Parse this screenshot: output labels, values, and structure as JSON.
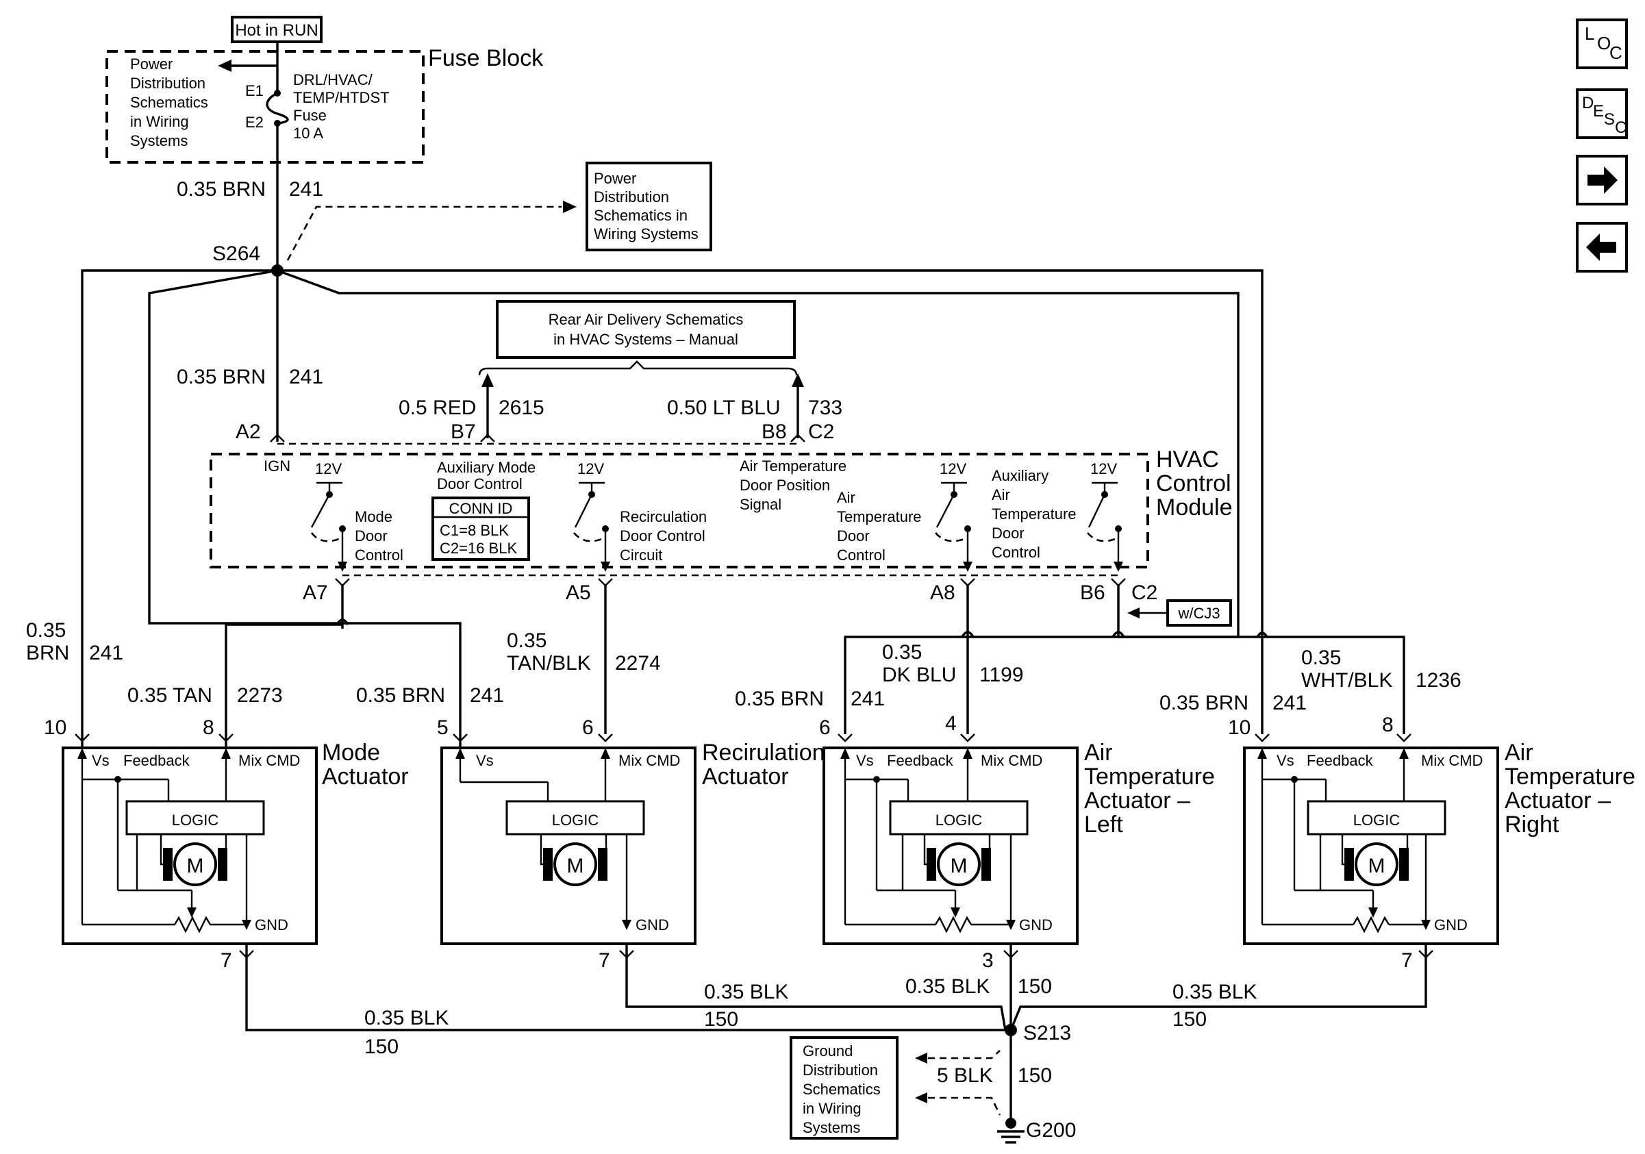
{
  "header": {
    "hot_in_run": "Hot in RUN",
    "fuse_block": "Fuse Block",
    "power_dist_fuse": [
      "Power",
      "Distribution",
      "Schematics",
      "in Wiring",
      "Systems"
    ],
    "fuse_terminal_e1": "E1",
    "fuse_terminal_e2": "E2",
    "fuse_name": [
      "DRL/HVAC/",
      "TEMP/HTDST",
      "Fuse",
      "10 A"
    ]
  },
  "nav": {
    "loc": {
      "l": "L",
      "o": "O",
      "c": "C"
    },
    "desc": {
      "d": "D",
      "e": "E",
      "s": "S",
      "c": "C"
    }
  },
  "splices": {
    "s264": "S264",
    "s213": "S213",
    "g200": "G200"
  },
  "power_dist_ref": [
    "Power",
    "Distribution",
    "Schematics in",
    "Wiring Systems"
  ],
  "rear_air": [
    "Rear Air Delivery Schematics",
    "in HVAC Systems – Manual"
  ],
  "ground_ref": [
    "Ground",
    "Distribution",
    "Schematics",
    "in Wiring",
    "Systems"
  ],
  "wires": {
    "top_gauge": "0.35 BRN",
    "top_circuit": "241",
    "mid_gauge": "0.35 BRN",
    "mid_circuit": "241",
    "red_gauge": "0.5 RED",
    "red_circuit": "2615",
    "ltblu_gauge": "0.50 LT BLU",
    "ltblu_circuit": "733",
    "left_gauge": [
      "0.35",
      "BRN"
    ],
    "left_circuit": "241",
    "tan_gauge": "0.35 TAN",
    "tan_circuit": "2273",
    "mode_brn_gauge": "0.35 BRN",
    "mode_brn_circuit": "241",
    "tanblk_gauge": [
      "0.35",
      "TAN/BLK"
    ],
    "tanblk_circuit": "2274",
    "atl_brn_gauge": "0.35 BRN",
    "atl_brn_circuit": "241",
    "dkblu_gauge": [
      "0.35",
      "DK BLU"
    ],
    "dkblu_circuit": "1199",
    "atr_brn_gauge": "0.35 BRN",
    "atr_brn_circuit": "241",
    "whtblk_gauge": [
      "0.35",
      "WHT/BLK"
    ],
    "whtblk_circuit": "1236",
    "gnd1_gauge": "0.35 BLK",
    "gnd1_circuit": "150",
    "gnd2_gauge": "0.35 BLK",
    "gnd2_circuit": "150",
    "gnd3_gauge": "0.35 BLK",
    "gnd3_circuit": "150",
    "gnd4_gauge": "0.35 BLK",
    "gnd4_circuit": "150",
    "g200_gauge": "5 BLK",
    "g200_circuit": "150"
  },
  "pins": {
    "a2": "A2",
    "b7": "B7",
    "b8": "B8",
    "c2_top": "C2",
    "a7": "A7",
    "a5": "A5",
    "a8": "A8",
    "b6": "B6",
    "c2_bottom": "C2",
    "mode_10": "10",
    "mode_8": "8",
    "mode_5": "5",
    "mode_7": "7",
    "recirc_6": "6",
    "recirc_7": "7",
    "atl_6": "6",
    "atl_4": "4",
    "atl_3": "3",
    "atr_10": "10",
    "atr_8": "8",
    "atr_7": "7"
  },
  "hvac_module": {
    "name": [
      "HVAC",
      "Control",
      "Module"
    ],
    "ign": "IGN",
    "v12": "12V",
    "aux_mode": [
      "Auxiliary Mode",
      "Door Control"
    ],
    "conn_id": "CONN ID",
    "c1": "C1=8 BLK",
    "c2": "C2=16 BLK",
    "mode_door": [
      "Mode",
      "Door",
      "Control"
    ],
    "recirc": [
      "Recirculation",
      "Door Control",
      "Circuit"
    ],
    "air_temp_pos": [
      "Air Temperature",
      "Door Position",
      "Signal"
    ],
    "air_temp_door": [
      "Air",
      "Temperature",
      "Door",
      "Control"
    ],
    "aux_air_temp": [
      "Auxiliary",
      "Air",
      "Temperature",
      "Door",
      "Control"
    ],
    "wcj3": "w/CJ3"
  },
  "actuators": {
    "mode": {
      "name": [
        "Mode",
        "Actuator"
      ]
    },
    "recirc": {
      "name": [
        "Recirulation",
        "Actuator"
      ]
    },
    "atl": {
      "name": [
        "Air",
        "Temperature",
        "Actuator –",
        "Left"
      ]
    },
    "atr": {
      "name": [
        "Air",
        "Temperature",
        "Actuator –",
        "Right"
      ]
    },
    "vs": "Vs",
    "feedback": "Feedback",
    "mixcmd": "Mix CMD",
    "logic": "LOGIC",
    "motor": "M",
    "gnd": "GND"
  }
}
